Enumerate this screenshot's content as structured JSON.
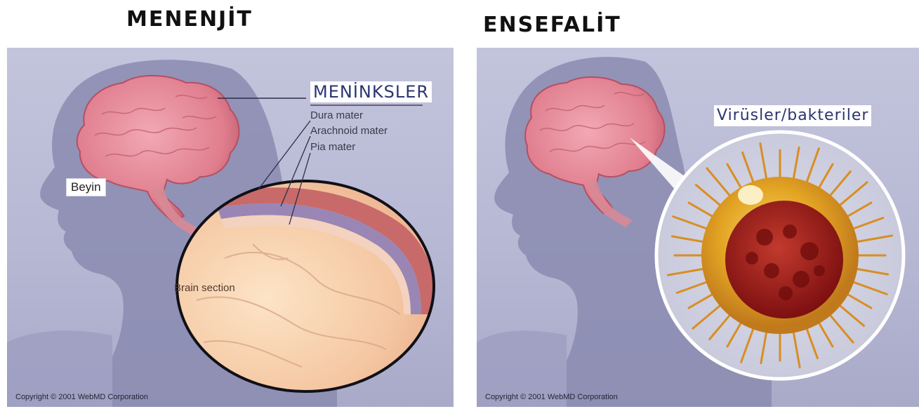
{
  "titles": {
    "left": "MENENJİT",
    "right": "ENSEFALİT"
  },
  "left_panel": {
    "meninges_title": "MENİNKSLER",
    "layers": [
      "Dura mater",
      "Arachnoid mater",
      "Pia mater"
    ],
    "brain_label": "Beyin",
    "section_label": "Brain section",
    "copyright": "Copyright © 2001 WebMD Corporation"
  },
  "right_panel": {
    "pathogen_label": "Virüsler/bakteriler",
    "copyright": "Copyright © 2001 WebMD Corporation"
  },
  "colors": {
    "panel_bg": "#c3c4dc",
    "silhouette": "#8a8bb0",
    "brain": "#e07e8e",
    "label_text": "#2c3572",
    "pathogen_core": "#9e1a18",
    "pathogen_halo": "#e3a423"
  }
}
